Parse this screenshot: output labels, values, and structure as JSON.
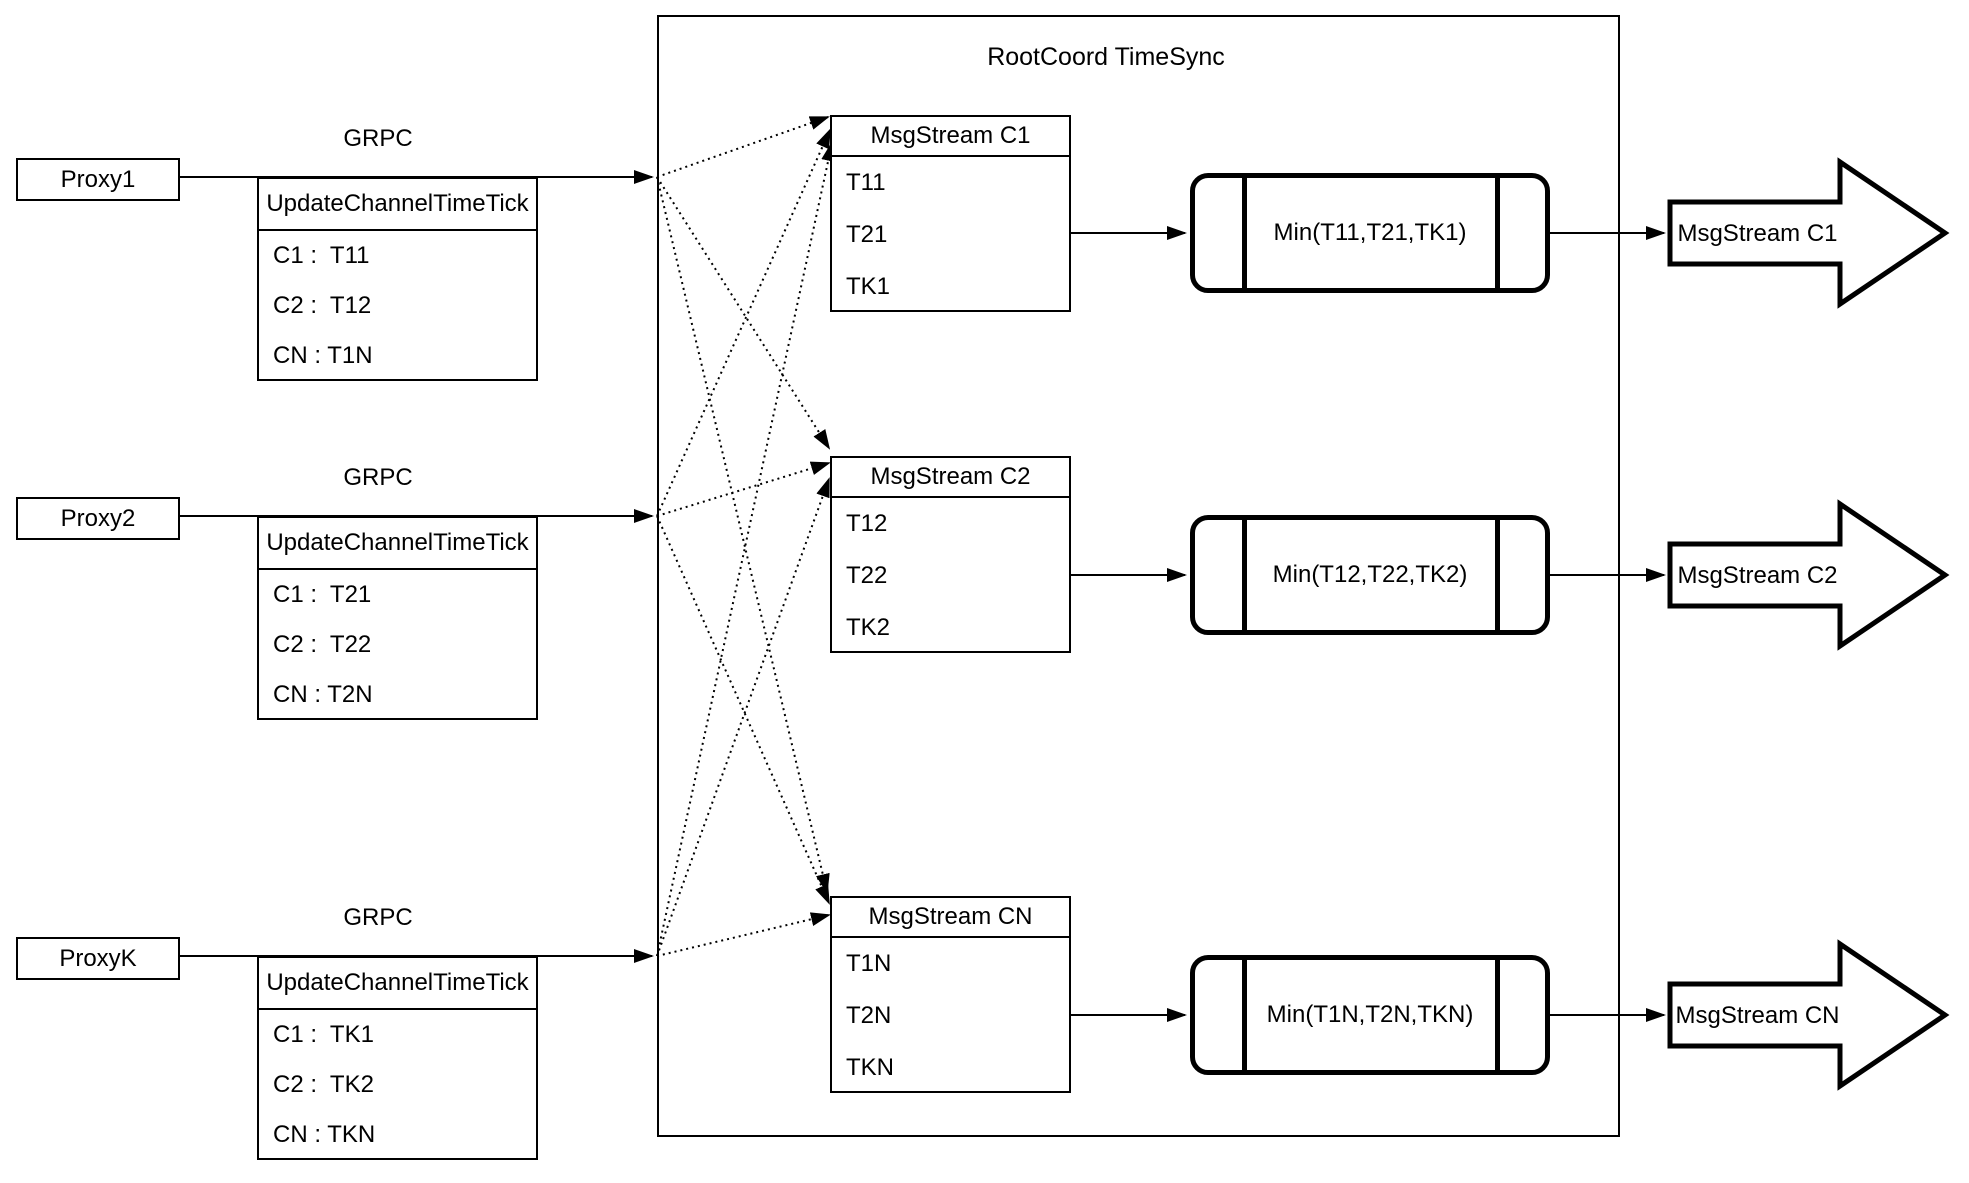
{
  "diagram": {
    "colors": {
      "stroke": "#000000",
      "background": "#ffffff"
    },
    "proxies": [
      {
        "name": "Proxy1",
        "protocol_label": "GRPC",
        "tick_table": {
          "header": "UpdateChannelTimeTick",
          "rows": [
            "C1 :  T11",
            "C2 :  T12",
            "CN : T1N"
          ]
        }
      },
      {
        "name": "Proxy2",
        "protocol_label": "GRPC",
        "tick_table": {
          "header": "UpdateChannelTimeTick",
          "rows": [
            "C1 :  T21",
            "C2 :  T22",
            "CN : T2N"
          ]
        }
      },
      {
        "name": "ProxyK",
        "protocol_label": "GRPC",
        "tick_table": {
          "header": "UpdateChannelTimeTick",
          "rows": [
            "C1 :  TK1",
            "C2 :  TK2",
            "CN : TKN"
          ]
        }
      }
    ],
    "timesync": {
      "title": "RootCoord TimeSync",
      "streams": [
        {
          "header": "MsgStream C1",
          "rows": [
            "T11",
            "T21",
            "TK1"
          ],
          "min_label": "Min(T11,T21,TK1)"
        },
        {
          "header": "MsgStream C2",
          "rows": [
            "T12",
            "T22",
            "TK2"
          ],
          "min_label": "Min(T12,T22,TK2)"
        },
        {
          "header": "MsgStream CN",
          "rows": [
            "T1N",
            "T2N",
            "TKN"
          ],
          "min_label": "Min(T1N,T2N,TKN)"
        }
      ]
    },
    "outputs": [
      {
        "label": "MsgStream C1"
      },
      {
        "label": "MsgStream C2"
      },
      {
        "label": "MsgStream CN"
      }
    ]
  }
}
